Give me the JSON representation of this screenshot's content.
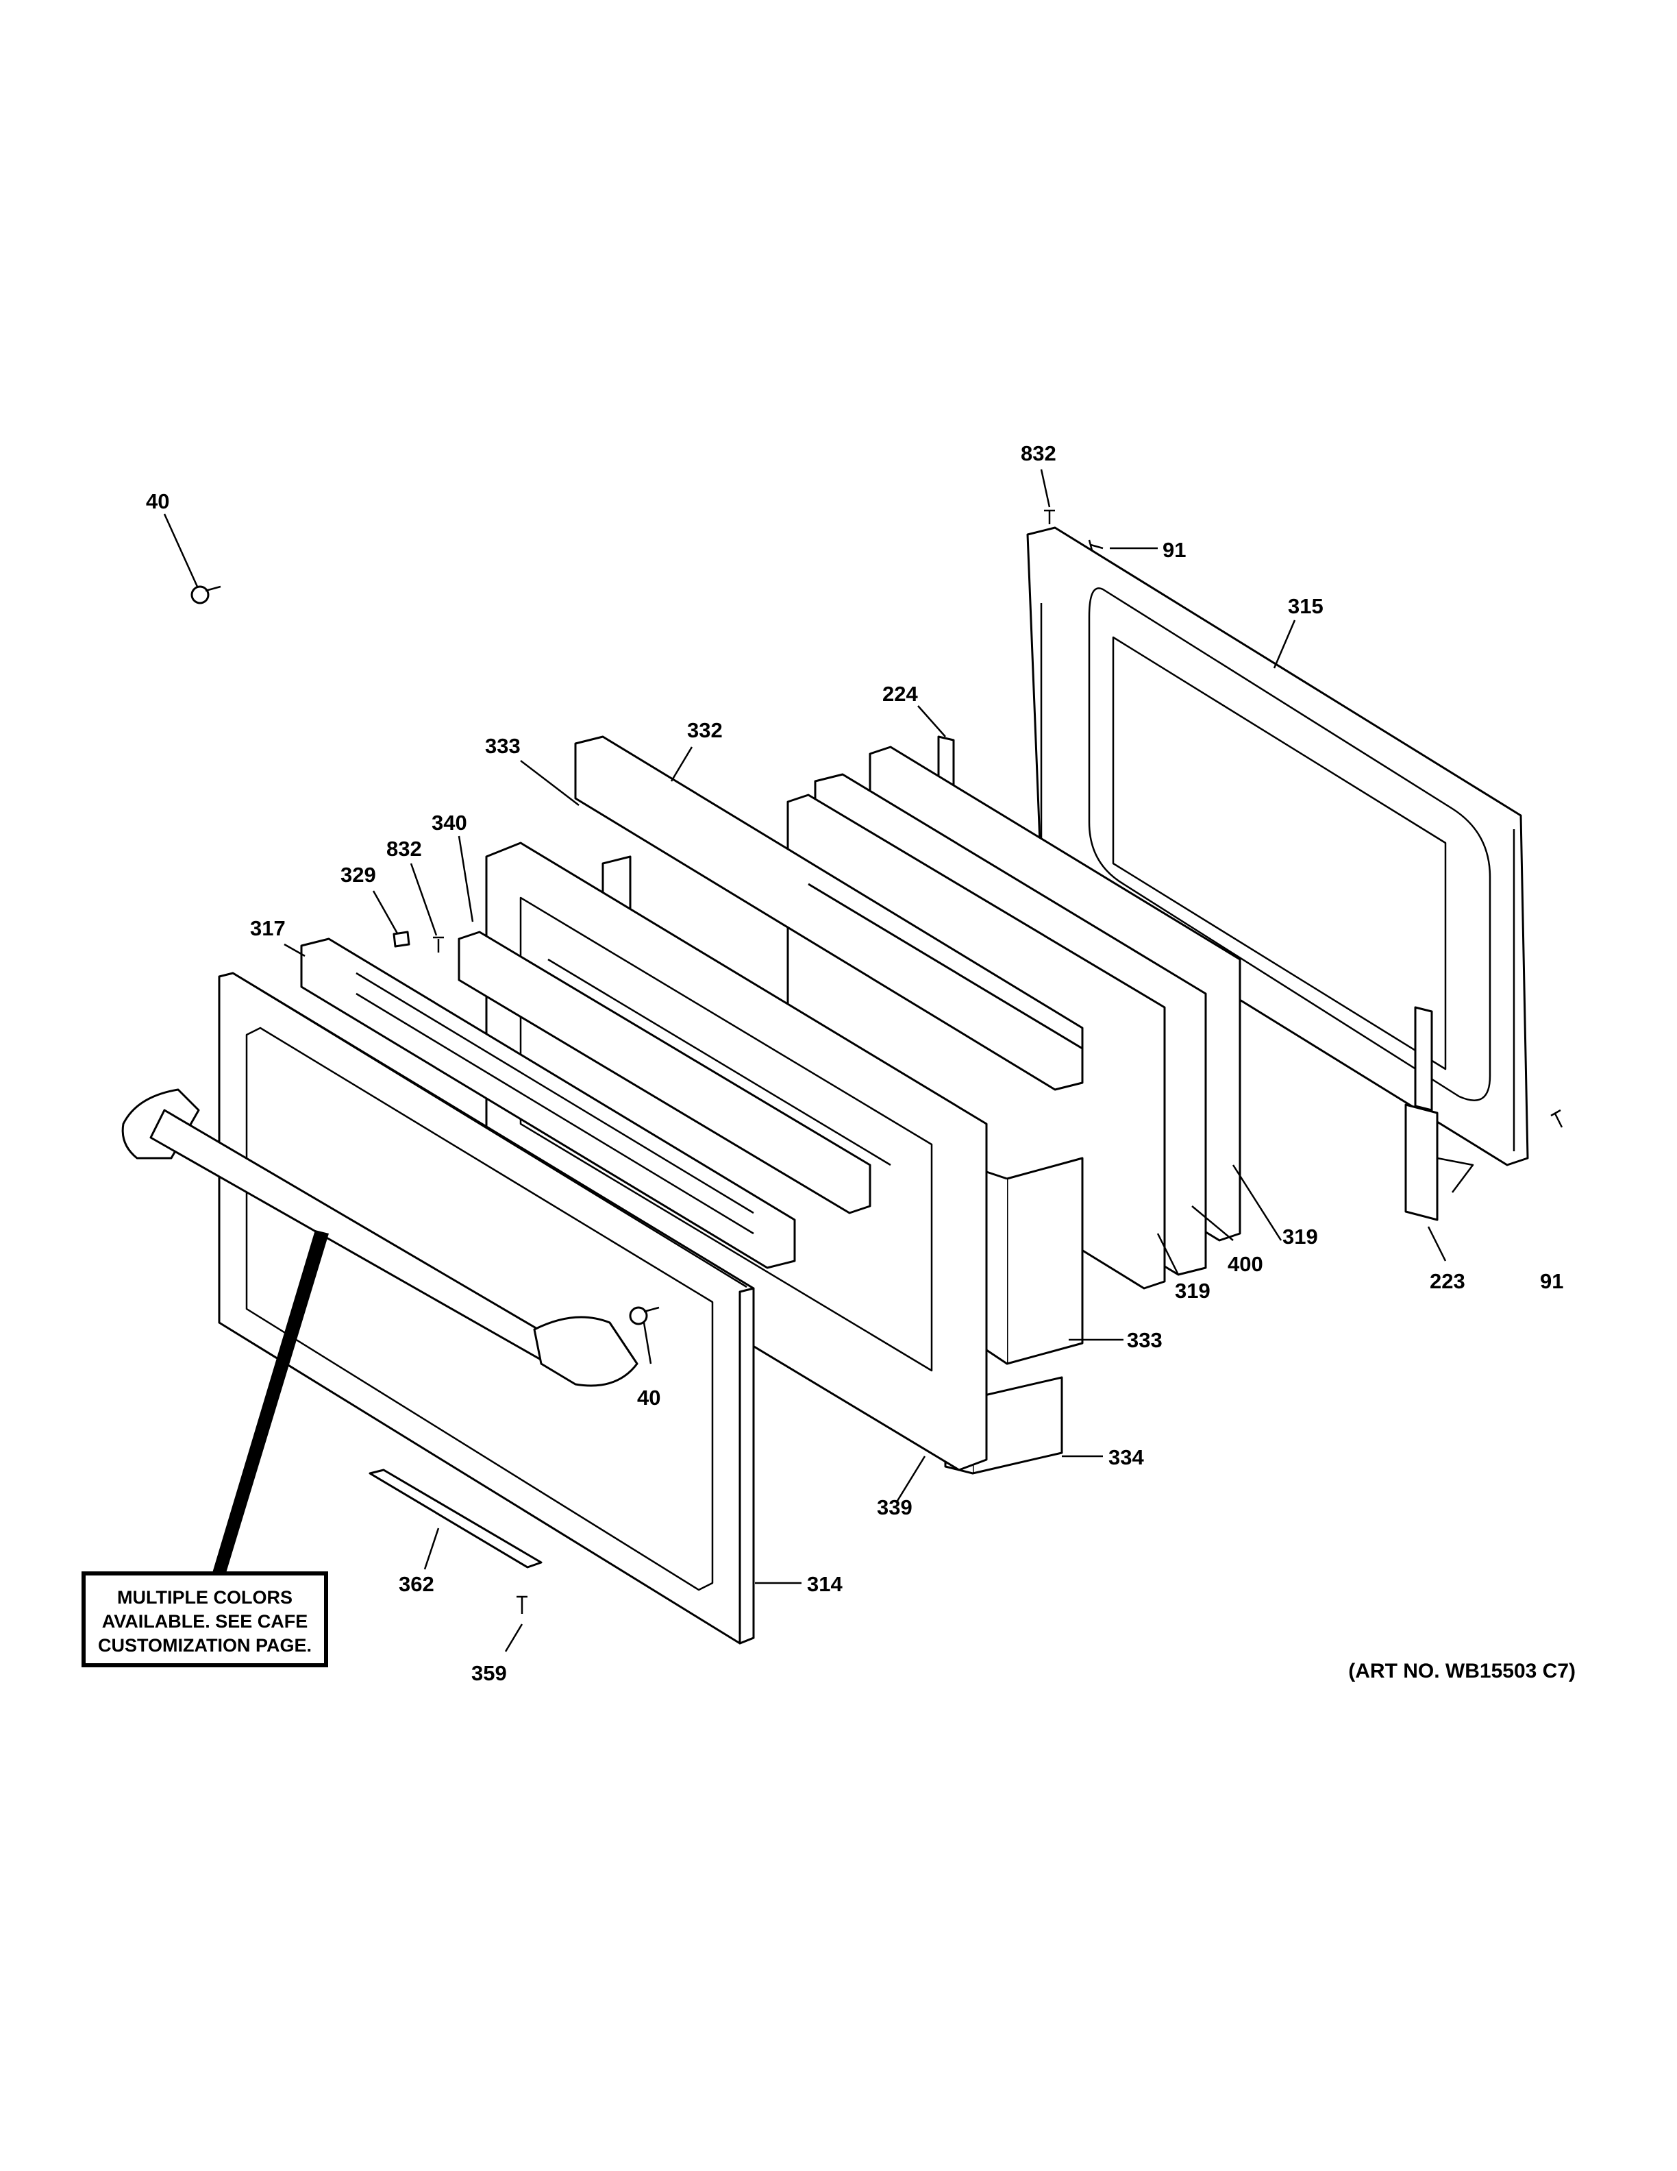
{
  "callouts": {
    "c832_top": "832",
    "c91_top": "91",
    "c315": "315",
    "c224": "224",
    "c332": "332",
    "c333_top": "333",
    "c340": "340",
    "c832_left": "832",
    "c329": "329",
    "c317": "317",
    "c40_left": "40",
    "c40_right": "40",
    "c319_right": "319",
    "c400": "400",
    "c319_left": "319",
    "c223": "223",
    "c91_bottom": "91",
    "c333_bottom": "333",
    "c334": "334",
    "c339": "339",
    "c362": "362",
    "c314": "314",
    "c359": "359"
  },
  "note": {
    "line1": "MULTIPLE COLORS",
    "line2": "AVAILABLE. SEE CAFE",
    "line3": "CUSTOMIZATION PAGE."
  },
  "art_number": "(ART NO. WB15503 C7)"
}
